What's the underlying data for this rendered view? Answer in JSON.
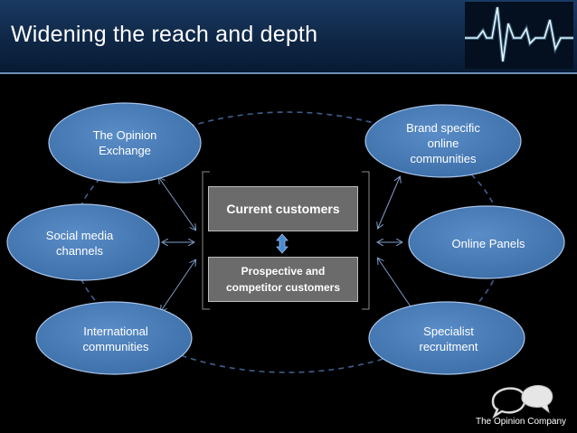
{
  "slide": {
    "title": "Widening the reach and depth"
  },
  "diagram": {
    "center": {
      "current": "Current customers",
      "prospective": "Prospective and\ncompetitor customers"
    },
    "left_nodes": [
      {
        "label": "The Opinion\nExchange"
      },
      {
        "label": "Social media\nchannels"
      },
      {
        "label": "International\ncommunities"
      }
    ],
    "right_nodes": [
      {
        "label": "Brand specific\nonline\ncommunities"
      },
      {
        "label": "Online Panels"
      },
      {
        "label": "Specialist\nrecruitment"
      }
    ]
  },
  "colors": {
    "oval_fill": "#4579b3",
    "oval_stroke": "#a9c4e8",
    "box_fill": "#6b6b6b",
    "title_bar": "#0f2746",
    "connector": "#7f9ec9"
  },
  "footer": {
    "company": "The Opinion Company"
  }
}
